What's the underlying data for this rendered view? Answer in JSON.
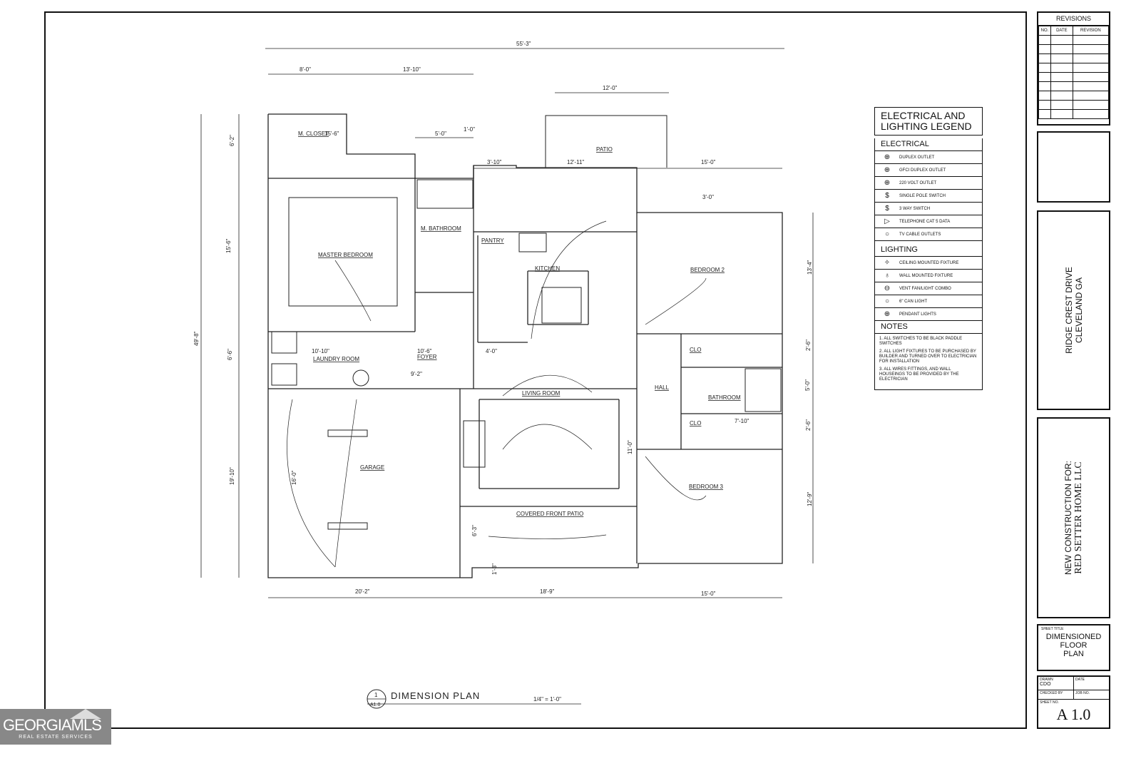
{
  "plan": {
    "rooms": {
      "m_closet": "M. CLOSET",
      "master_bedroom": "MASTER BEDROOM",
      "m_bathroom": "M. BATHROOM",
      "pantry": "PANTRY",
      "kitchen": "KITCHEN",
      "patio": "PATIO",
      "bedroom2": "BEDROOM 2",
      "laundry": "LAUNDRY ROOM",
      "foyer": "FOYER",
      "living": "LIVING ROOM",
      "hall": "HALL",
      "clo1": "CLO",
      "bathroom": "BATHROOM",
      "clo2": "CLO",
      "garage": "GARAGE",
      "bedroom3": "BEDROOM 3",
      "covered_patio": "COVERED FRONT PATIO"
    },
    "dims": {
      "overall": "55'-3\"",
      "d8": "8'-0\"",
      "d13_10": "13'-10\"",
      "d12_0": "12'-0\"",
      "d5_0": "5'-0\"",
      "d1_0": "1'-0\"",
      "d3_10": "3'-10\"",
      "d12_11": "12'-11\"",
      "d15_0_top": "15'-0\"",
      "d3_0_top": "3'-0\"",
      "d15_6_closet": "15'-6\"",
      "d6_2": "6'-2\"",
      "d15_6": "15'-6\"",
      "d49_8": "49'-8\"",
      "d6_6": "6'-6\"",
      "d19_10": "19'-10\"",
      "d10_10": "10'-10\"",
      "d10_6": "10'-6\"",
      "d9_2": "9'-2\"",
      "d4_0": "4'-0\"",
      "d16_0": "16'-0\"",
      "d20_2": "20'-2\"",
      "d18_9": "18'-9\"",
      "d15_0_bot": "15'-0\"",
      "d13_4": "13'-4\"",
      "d2_6a": "2'-6\"",
      "d5_0r": "5'-0\"",
      "d2_6b": "2'-6\"",
      "d12_9": "12'-9\"",
      "d11_0": "11'-0\"",
      "d7_10": "7'-10\"",
      "d1_3": "1'-3\"",
      "d6_3": "6'-3\""
    },
    "caption": {
      "num": "1",
      "sheet": "A1.0",
      "title": "DIMENSION PLAN",
      "scale": "1/4\" = 1'-0\""
    }
  },
  "legend": {
    "title_line1": "ELECTRICAL AND",
    "title_line2": "LIGHTING LEGEND",
    "electrical_header": "ELECTRICAL",
    "electrical": [
      {
        "icon": "duplex-outlet-icon",
        "sym": "⊕",
        "label": "DUPLEX OUTLET"
      },
      {
        "icon": "gfci-outlet-icon",
        "sym": "⊕",
        "label": "GFCI DUPLEX OUTLET"
      },
      {
        "icon": "220-outlet-icon",
        "sym": "⊕",
        "label": "220 VOLT OUTLET"
      },
      {
        "icon": "single-pole-switch-icon",
        "sym": "$",
        "label": "SINGLE POLE SWITCH"
      },
      {
        "icon": "three-way-switch-icon",
        "sym": "$",
        "label": "3 WAY SWITCH"
      },
      {
        "icon": "telephone-data-icon",
        "sym": "▷",
        "label": "TELEPHONE CAT 5 DATA"
      },
      {
        "icon": "tv-cable-icon",
        "sym": "○",
        "label": "TV CABLE OUTLETS"
      }
    ],
    "lighting_header": "LIGHTING",
    "lighting": [
      {
        "icon": "ceiling-fixture-icon",
        "sym": "✧",
        "label": "CEILING MOUNTED FIXTURE"
      },
      {
        "icon": "wall-fixture-icon",
        "sym": "♁",
        "label": "WALL MOUNTED FIXTURE"
      },
      {
        "icon": "vent-fan-icon",
        "sym": "⊖",
        "label": "VENT FAN/LIGHT COMBO"
      },
      {
        "icon": "can-light-icon",
        "sym": "○",
        "label": "6\" CAN LIGHT"
      },
      {
        "icon": "pendant-light-icon",
        "sym": "⊕",
        "label": "PENDANT LIGHTS"
      }
    ],
    "notes_header": "NOTES",
    "notes": [
      "1.  ALL SWITCHES TO BE BLACK PADDLE SWITCHES",
      "2.  ALL LIGHT FIXTURES TO BE PURCHASED BY BUILDER AND TURNED OVER TO ELECTRICIAN FOR INSTALLATION",
      "3.  ALL WIRES FITTINGS, AND WALL HOUSEINGS TO BE PROVIDED BY THE ELECTRICIAN"
    ]
  },
  "titleblock": {
    "revisions": "REVISIONS",
    "col_no": "NO.",
    "col_date": "DATE",
    "col_revision": "REVISION",
    "address_line1": "RIDGE CREST DRIVE",
    "address_line2": "CLEVELAND GA",
    "owner_line1": "NEW CONSTRUCTION FOR:",
    "owner_line2": "RED SETTER HOME LLC",
    "sheet_title_label": "SHEET TITLE",
    "sheet_title_1": "DIMENSIONED",
    "sheet_title_2": "FLOOR",
    "sheet_title_3": "PLAN",
    "drawn_label": "DRAWN",
    "drawn_value": "CDO",
    "date_label": "DATE",
    "checked_label": "CHECKED BY",
    "job_label": "JOB NO.",
    "sheet_no_label": "SHEET NO.",
    "sheet_no": "A 1.0"
  },
  "logo": {
    "name": "GEORGIAMLS",
    "tagline": "REAL ESTATE SERVICES"
  }
}
